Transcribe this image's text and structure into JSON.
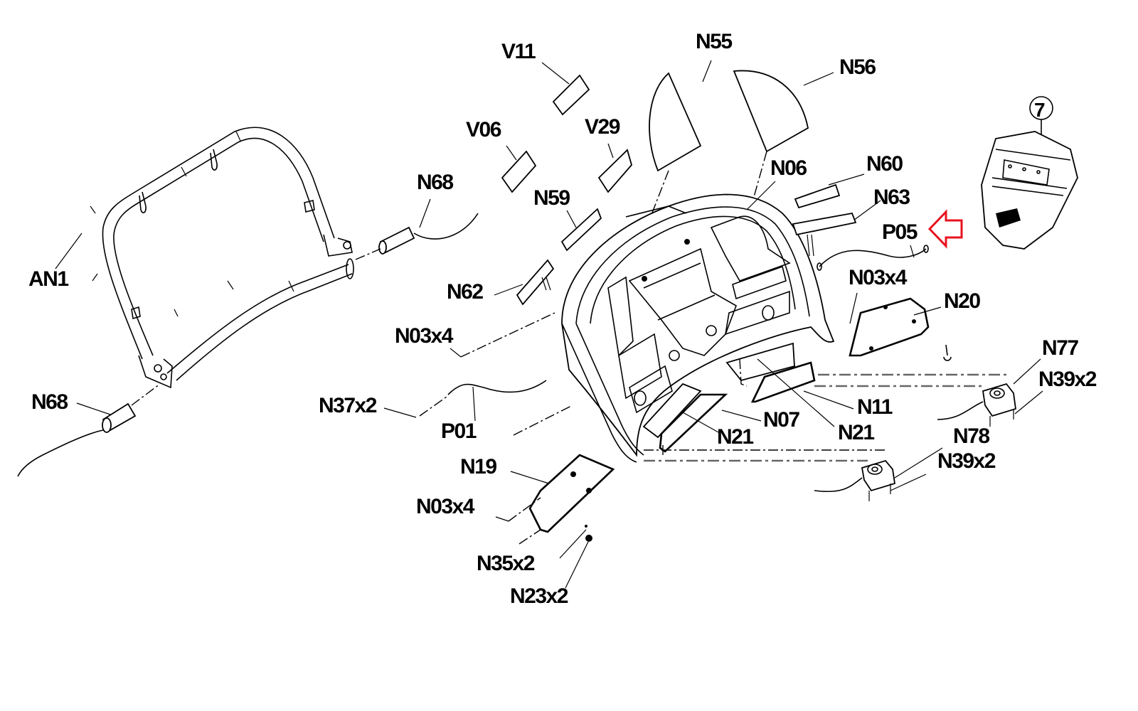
{
  "diagram": {
    "title": "Console exploded parts diagram",
    "highlight_color": "#e8131f",
    "highlighted_part": "P05",
    "assembly_callout": "7",
    "labels": {
      "an1": "AN1",
      "n68_top": "N68",
      "n68_bottom": "N68",
      "v11": "V11",
      "v06": "V06",
      "v29": "V29",
      "n55": "N55",
      "n56": "N56",
      "n06": "N06",
      "n59": "N59",
      "n60": "N60",
      "n63": "N63",
      "p05": "P05",
      "n62": "N62",
      "n03x4_left": "N03x4",
      "n03x4_right": "N03x4",
      "n03x4_bottom": "N03x4",
      "n20": "N20",
      "n37x2": "N37x2",
      "p01": "P01",
      "n19": "N19",
      "n35x2": "N35x2",
      "n23x2": "N23x2",
      "n07": "N07",
      "n21_left": "N21",
      "n21_right": "N21",
      "n11": "N11",
      "n77": "N77",
      "n39x2_top": "N39x2",
      "n78": "N78",
      "n39x2_bottom": "N39x2"
    }
  }
}
